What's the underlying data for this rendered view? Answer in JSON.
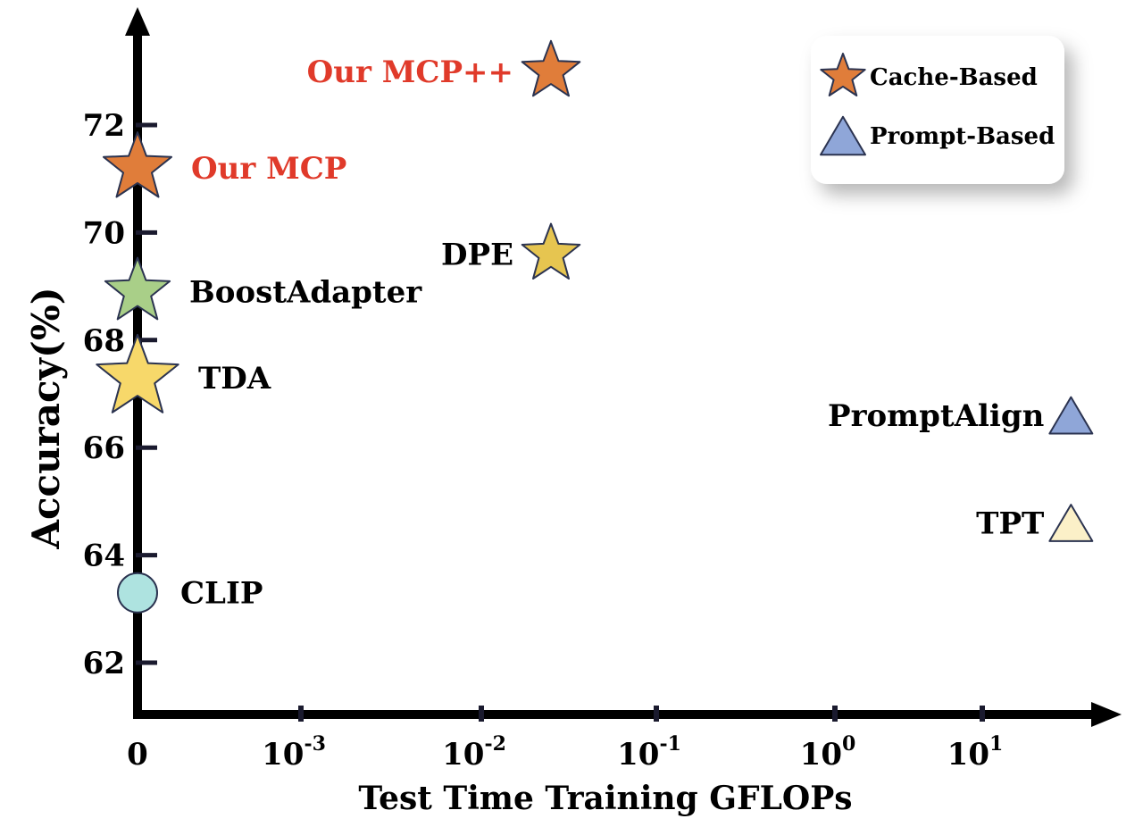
{
  "chart_data": {
    "type": "scatter",
    "title": "",
    "xlabel": "Test Time Training GFLOPs",
    "ylabel": "Accuracy(%)",
    "x_scale": "log (with 0)",
    "x_ticks": [
      {
        "base": "0",
        "exp": ""
      },
      {
        "base": "10",
        "exp": "-3"
      },
      {
        "base": "10",
        "exp": "-2"
      },
      {
        "base": "10",
        "exp": "-1"
      },
      {
        "base": "10",
        "exp": "0"
      },
      {
        "base": "10",
        "exp": "1"
      }
    ],
    "y_ticks": [
      "62",
      "64",
      "66",
      "68",
      "70",
      "72"
    ],
    "ylim": [
      61,
      74
    ],
    "grid": false,
    "legend_position": "top-right",
    "legend": [
      {
        "label": "Cache-Based",
        "marker": "star",
        "color": "#e07d3a"
      },
      {
        "label": "Prompt-Based",
        "marker": "triangle",
        "color": "#8fa6d8"
      }
    ],
    "points": [
      {
        "label": "Our MCP++",
        "x": 0.025,
        "y": 73.0,
        "marker": "star",
        "color": "#e07d3a",
        "label_color": "#e03a2a",
        "label_side": "left"
      },
      {
        "label": "Our MCP",
        "x": 0,
        "y": 71.2,
        "marker": "star",
        "color": "#e07d3a",
        "label_color": "#e03a2a",
        "label_side": "right"
      },
      {
        "label": "DPE",
        "x": 0.025,
        "y": 69.6,
        "marker": "star",
        "color": "#e6c550",
        "label_color": "#000000",
        "label_side": "left"
      },
      {
        "label": "BoostAdapter",
        "x": 0,
        "y": 68.9,
        "marker": "star",
        "color": "#a9cf88",
        "label_color": "#000000",
        "label_side": "right"
      },
      {
        "label": "TDA",
        "x": 0,
        "y": 67.3,
        "marker": "star",
        "color": "#f7d86a",
        "label_color": "#000000",
        "label_side": "right"
      },
      {
        "label": "PromptAlign",
        "x": 40,
        "y": 66.6,
        "marker": "triangle",
        "color": "#8fa6d8",
        "label_color": "#000000",
        "label_side": "left"
      },
      {
        "label": "TPT",
        "x": 40,
        "y": 64.6,
        "marker": "triangle",
        "color": "#fbf0c8",
        "label_color": "#000000",
        "label_side": "left"
      },
      {
        "label": "CLIP",
        "x": 0,
        "y": 63.3,
        "marker": "circle",
        "color": "#aee3e0",
        "label_color": "#000000",
        "label_side": "right"
      }
    ]
  }
}
